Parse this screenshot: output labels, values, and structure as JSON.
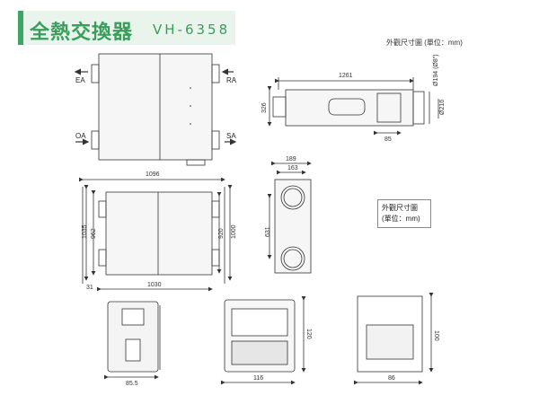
{
  "header": {
    "title": "全熱交換器",
    "model": "VH-6358"
  },
  "units_note": "外觀尺寸圖 (單位：mm)",
  "side_note": {
    "line1": "外觀尺寸圖",
    "line2": "(單位：mm)"
  },
  "ports": {
    "ea": "EA",
    "ra": "RA",
    "oa": "OA",
    "sa": "SA"
  },
  "dimensions": {
    "length": "1261",
    "height_side": "326",
    "duct_194": "Ø194 (Ø8\")",
    "duct_216": "Ø216",
    "offset_85": "85",
    "width_top": "1096",
    "depth_1035": "1035",
    "depth_962": "962",
    "depth_920": "920",
    "depth_1000": "1000",
    "bottom_31": "31",
    "bottom_1030": "1030",
    "end_189": "189",
    "end_163": "163",
    "end_631": "631",
    "ctrl1_width": "85.5",
    "ctrl2_width": "116",
    "ctrl2_height": "120",
    "ctrl3_width": "86",
    "ctrl3_height": "100"
  },
  "colors": {
    "accent": "#3a9d5c",
    "title_bg": "#e9f5ec",
    "line": "#333333",
    "unit_fill": "#f2f2f2"
  }
}
